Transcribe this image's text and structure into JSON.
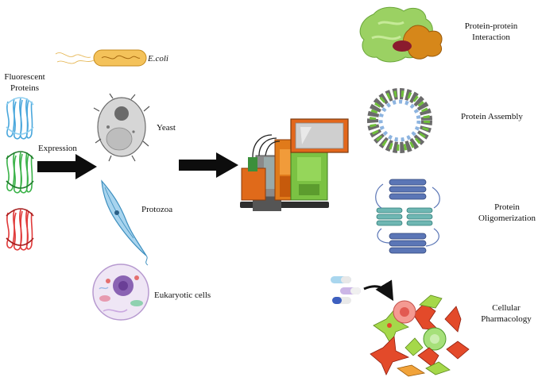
{
  "left": {
    "fp_label": "Fluorescent Proteins",
    "expression_label": "Expression",
    "organisms": [
      {
        "name": "E.coli"
      },
      {
        "name": "Yeast"
      },
      {
        "name": "Protozoa"
      },
      {
        "name": "Eukaryotic cells"
      }
    ],
    "fp_colors": [
      "#4aa7dc",
      "#3cb34a",
      "#e03a3a"
    ]
  },
  "right": {
    "applications": [
      {
        "label": "Protein-protein Interaction"
      },
      {
        "label": "Protein Assembly"
      },
      {
        "label": "Protein Oligomerization"
      },
      {
        "label": "Cellular Pharmacology"
      }
    ]
  },
  "icons": {
    "instrument": "mass-photometer-instrument-icon",
    "arrow": "arrow-right-icon"
  }
}
